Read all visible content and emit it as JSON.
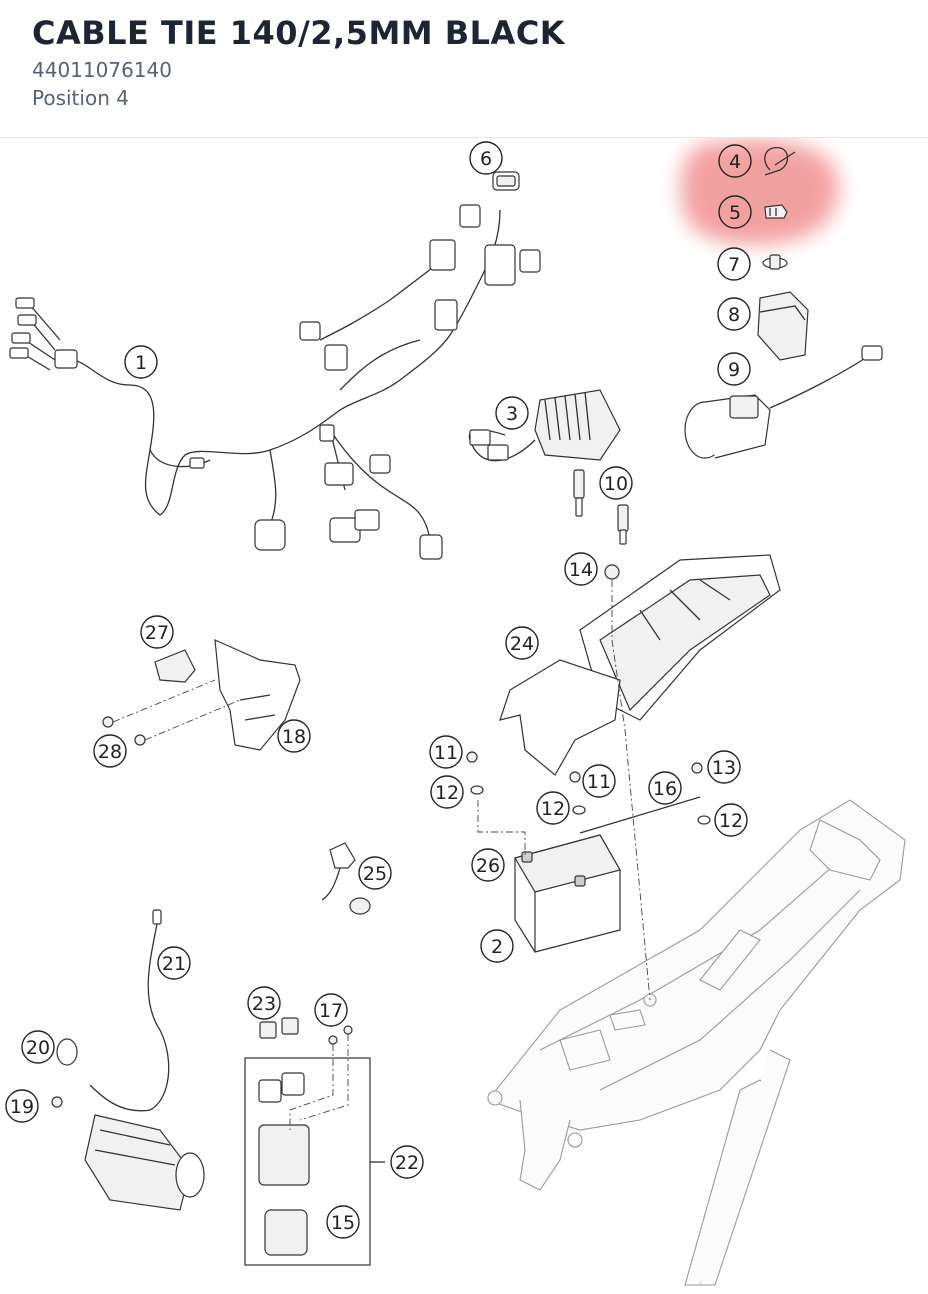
{
  "header": {
    "title": "CABLE TIE 140/2,5MM BLACK",
    "part_number": "44011076140",
    "position_label": "Position 4"
  },
  "highlight": {
    "color": "#f08a8a",
    "positions": [
      "4",
      "5"
    ]
  },
  "callouts": [
    "1",
    "2",
    "3",
    "4",
    "5",
    "6",
    "7",
    "8",
    "9",
    "10",
    "11",
    "11",
    "12",
    "12",
    "12",
    "13",
    "14",
    "15",
    "16",
    "17",
    "18",
    "19",
    "20",
    "21",
    "22",
    "23",
    "24",
    "25",
    "26",
    "27",
    "28"
  ]
}
